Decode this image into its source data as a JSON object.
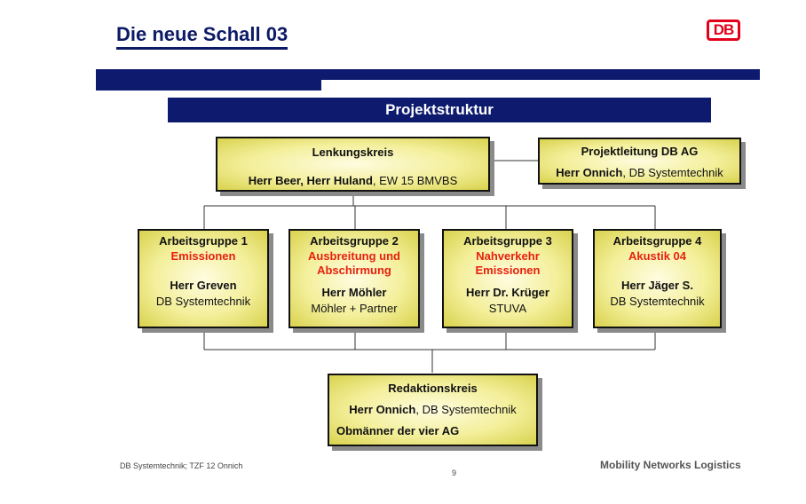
{
  "header": {
    "title": "Die neue Schall 03",
    "logo_text": "DB"
  },
  "section_title": "Projektstruktur",
  "lenkungskreis": {
    "title": "Lenkungskreis",
    "members_bold": "Herr Beer, Herr Huland",
    "members_rest": ", EW 15 BMVBS"
  },
  "projektleitung": {
    "title": "Projektleitung DB AG",
    "person": "Herr Onnich",
    "org": ", DB Systemtechnik"
  },
  "groups": [
    {
      "title": "Arbeitsgruppe 1",
      "topic": [
        "Emissionen"
      ],
      "person": "Herr Greven",
      "org": "DB Systemtechnik"
    },
    {
      "title": "Arbeitsgruppe 2",
      "topic": [
        "Ausbreitung und",
        "Abschirmung"
      ],
      "person": "Herr Möhler",
      "org": "Möhler + Partner"
    },
    {
      "title": "Arbeitsgruppe 3",
      "topic": [
        "Nahverkehr",
        "Emissionen"
      ],
      "person": "Herr Dr. Krüger",
      "org": "STUVA"
    },
    {
      "title": "Arbeitsgruppe 4",
      "topic": [
        "Akustik 04"
      ],
      "person": "Herr Jäger S.",
      "org": "DB Systemtechnik"
    }
  ],
  "redaktionskreis": {
    "title": "Redaktionskreis",
    "person": "Herr Onnich",
    "org": ", DB Systemtechnik",
    "note": "Obmänner der vier AG"
  },
  "footer": {
    "left": "DB Systemtechnik; TZF 12 Onnich",
    "page": "9",
    "right": "Mobility Networks Logistics"
  },
  "colors": {
    "navy": "#0d1a6e",
    "db_red": "#e2001a",
    "topic_red": "#e8200c",
    "box_fill": "#f3ef9a"
  }
}
